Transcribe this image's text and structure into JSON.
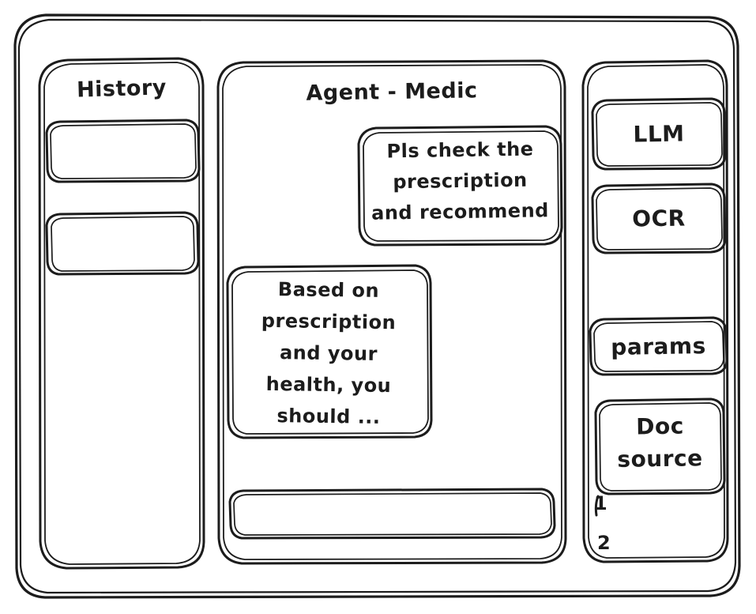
{
  "window": {
    "frame_name": "app-window"
  },
  "sidebar": {
    "title": "History",
    "items": [
      {
        "label": ""
      },
      {
        "label": ""
      }
    ]
  },
  "main": {
    "title": "Agent - Medic",
    "messages": [
      {
        "role": "user",
        "align": "right",
        "lines": [
          "Pls check the",
          "prescription",
          "and recommend"
        ],
        "text": "Pls check the prescription and recommend"
      },
      {
        "role": "agent",
        "align": "left",
        "lines": [
          "Based on",
          "prescription",
          "and your",
          "health, you",
          "should ..."
        ],
        "text": "Based on prescription and your health, you should ..."
      }
    ],
    "composer": {
      "value": "",
      "placeholder": ""
    }
  },
  "tools": {
    "cards": [
      {
        "label": "LLM"
      },
      {
        "label": "OCR"
      },
      {
        "label": "params"
      },
      {
        "label": "Doc\nsource",
        "lines": [
          "Doc",
          "source"
        ]
      }
    ],
    "doc_sources": [
      {
        "index": "1"
      },
      {
        "index": "2"
      }
    ]
  },
  "style": {
    "stroke": "#1c1c1c",
    "background": "#ffffff"
  }
}
